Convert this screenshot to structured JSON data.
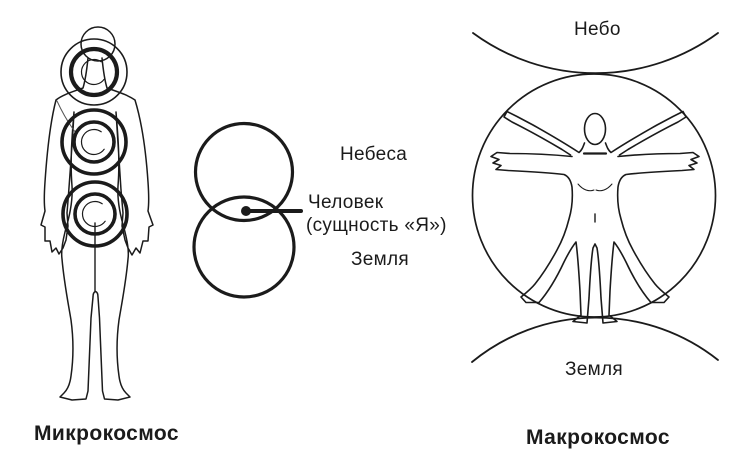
{
  "colors": {
    "ink": "#1b1b1b",
    "background": "#ffffff"
  },
  "microcosm": {
    "caption": "Микрокосмос"
  },
  "center_diagram": {
    "heavens": "Небеса",
    "human_line1": "Человек",
    "human_line2": "(сущность «Я»)",
    "earth": "Земля"
  },
  "macrocosm": {
    "sky": "Небо",
    "earth": "Земля",
    "caption": "Макрокосмос"
  },
  "icons": {
    "left_figure": "human-silhouette-with-spirals-icon",
    "center_figure": "overlapping-circles-icon",
    "right_figure": "vitruvian-man-in-circle-icon"
  }
}
